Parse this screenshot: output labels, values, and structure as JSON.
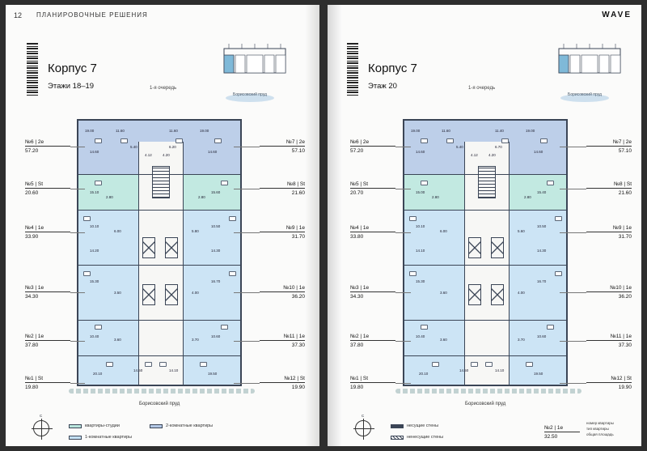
{
  "brand": "WAVE",
  "colors": {
    "studio": "#b9e6dd",
    "one_room": "#c4e1f4",
    "two_room": "#b3c8e6",
    "wall": "#3b4556",
    "paper": "#fbfbfa"
  },
  "left_page": {
    "page_number": "12",
    "section_title": "ПЛАНИРОВОЧНЫЕ РЕШЕНИЯ",
    "building": "Корпус 7",
    "floors": "Этажи 18–19",
    "queue": "1-я очередь",
    "pond_small": "Борисовский пруд",
    "pond_bottom": "Борисовский пруд",
    "left_callouts": [
      {
        "num": "№6 | 2е",
        "area": "57.20"
      },
      {
        "num": "№5 | St",
        "area": "20.60"
      },
      {
        "num": "№4 | 1е",
        "area": "33.90"
      },
      {
        "num": "№3 | 1е",
        "area": "34.30"
      },
      {
        "num": "№2 | 1е",
        "area": "37.80"
      },
      {
        "num": "№1 | St",
        "area": "19.80"
      }
    ],
    "right_callouts": [
      {
        "num": "№7 | 2е",
        "area": "57.10"
      },
      {
        "num": "№8 | St",
        "area": "21.60"
      },
      {
        "num": "№9 | 1е",
        "area": "31.70"
      },
      {
        "num": "№10 | 1е",
        "area": "36.20"
      },
      {
        "num": "№11 | 1е",
        "area": "37.30"
      },
      {
        "num": "№12 | St",
        "area": "19.90"
      }
    ],
    "legend": {
      "studio": "квартиры-студии",
      "one_room": "1-комнатные квартиры",
      "two_room": "2-комнатные квартиры"
    },
    "compass": "С",
    "plan_areas": [
      "19.00",
      "11.60",
      "11.60",
      "19.00",
      "14.60",
      "5.40",
      "6.20",
      "14.60",
      "4.12",
      "4.20",
      "15.10",
      "15.60",
      "2.80",
      "2.80",
      "10.10",
      "10.50",
      "6.00",
      "5.80",
      "14.20",
      "14.30",
      "15.30",
      "16.70",
      "3.50",
      "4.00",
      "10.40",
      "10.60",
      "3.60",
      "3.70",
      "20.10",
      "14.50",
      "14.10",
      "19.50"
    ]
  },
  "right_page": {
    "building": "Корпус 7",
    "floors": "Этаж 20",
    "queue": "1-я очередь",
    "pond_small": "Борисовский пруд",
    "pond_bottom": "Борисовский пруд",
    "left_callouts": [
      {
        "num": "№6 | 2е",
        "area": "57.20"
      },
      {
        "num": "№5 | St",
        "area": "20.70"
      },
      {
        "num": "№4 | 1е",
        "area": "33.80"
      },
      {
        "num": "№3 | 1е",
        "area": "34.30"
      },
      {
        "num": "№2 | 1е",
        "area": "37.80"
      },
      {
        "num": "№1 | St",
        "area": "19.80"
      }
    ],
    "right_callouts": [
      {
        "num": "№7 | 2е",
        "area": "57.10"
      },
      {
        "num": "№8 | St",
        "area": "21.60"
      },
      {
        "num": "№9 | 1е",
        "area": "31.70"
      },
      {
        "num": "№10 | 1е",
        "area": "36.20"
      },
      {
        "num": "№11 | 1е",
        "area": "37.30"
      },
      {
        "num": "№12 | St",
        "area": "19.90"
      }
    ],
    "legend": {
      "bearing": "несущие стены",
      "non_bearing": "ненесущие стены"
    },
    "key": {
      "num": "№2 | 1е",
      "area": "32.50",
      "label_num": "номер квартиры",
      "label_type": "тип квартиры",
      "label_area": "общая площадь"
    },
    "compass": "С",
    "plan_areas": [
      "19.00",
      "11.60",
      "11.40",
      "19.00",
      "14.60",
      "5.40",
      "6.70",
      "14.60",
      "4.12",
      "4.20",
      "15.00",
      "15.40",
      "2.80",
      "2.80",
      "10.10",
      "10.50",
      "6.00",
      "5.60",
      "14.10",
      "14.30",
      "15.30",
      "16.70",
      "3.60",
      "4.00",
      "10.40",
      "10.60",
      "3.60",
      "3.70",
      "20.10",
      "14.50",
      "14.10",
      "19.50"
    ]
  }
}
